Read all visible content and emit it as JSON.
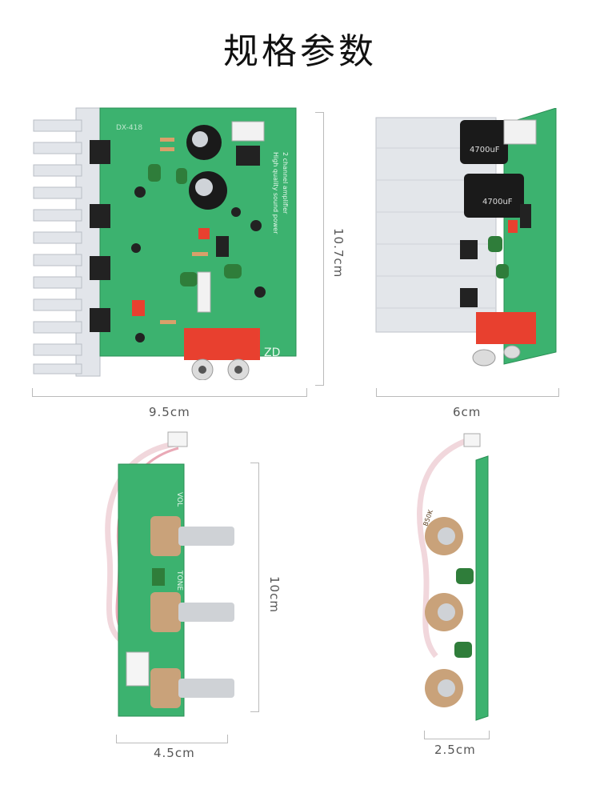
{
  "title": "规格参数",
  "views": {
    "main_top": {
      "width_label": "9.5cm",
      "height_label": "10.7cm",
      "board_silk": [
        "DX-418",
        "ZD",
        "High quality sound power",
        "2 channel amplifier"
      ]
    },
    "main_side": {
      "width_label": "6cm",
      "cap_label": "4700uF"
    },
    "tone_front": {
      "width_label": "4.5cm",
      "height_label": "10cm",
      "silk": [
        "VOL",
        "TONE"
      ]
    },
    "tone_side": {
      "width_label": "2.5cm",
      "pot_label": "B50K"
    }
  },
  "colors": {
    "pcb": "#36b06a",
    "pcb_dark": "#1f8a4c",
    "heatsink": "#d8dbe0",
    "rca_red": "#e8402f",
    "cap_black": "#1a1a1a"
  }
}
